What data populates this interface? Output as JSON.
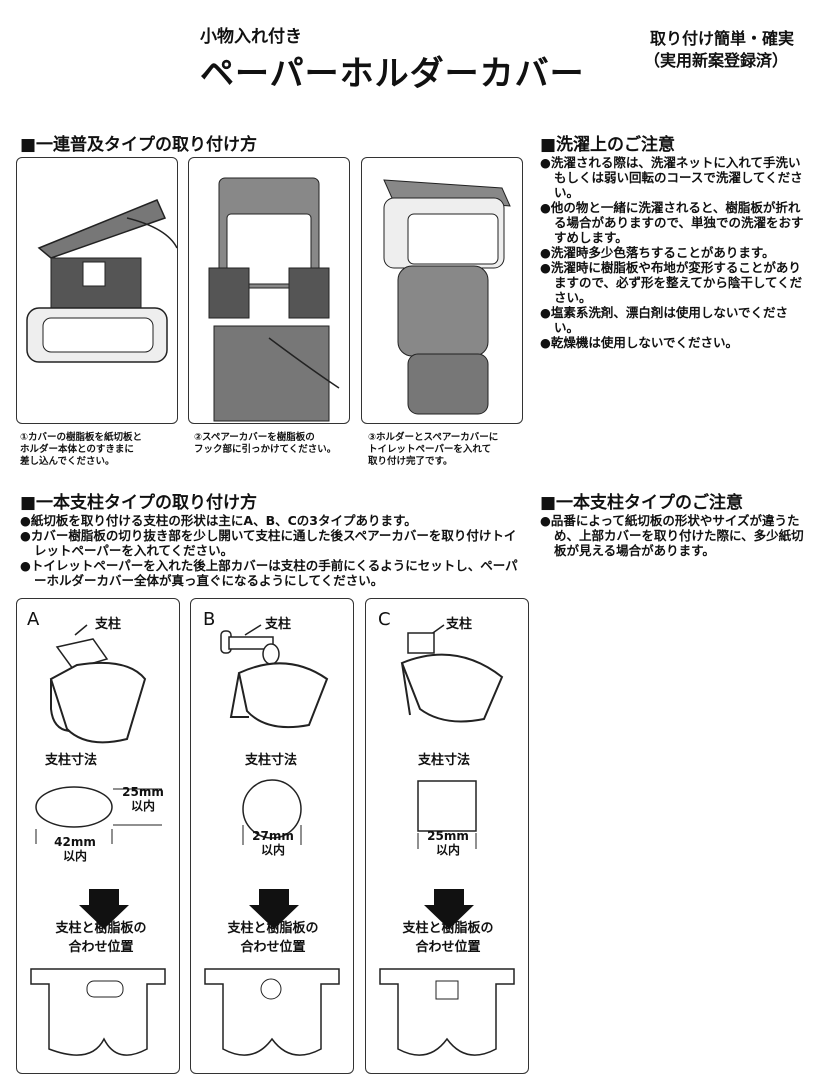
{
  "header": {
    "subtitle": "小物入れ付き",
    "title": "ペーパーホルダーカバー",
    "feature_line1": "取り付け簡単・確実",
    "feature_line2": "（実用新案登録済）"
  },
  "section_standard": {
    "heading": "■一連普及タイプの取り付け方",
    "captions": [
      "①カバーの樹脂板を紙切板と\nホルダー本体とのすきまに\n差し込んでください。",
      "②スペアーカバーを樹脂板の\nフック部に引っかけてください。",
      "③ホルダーとスペアーカバーに\nトイレットペーパーを入れて\n取り付け完了です。"
    ]
  },
  "section_washing": {
    "heading": "■洗濯上のご注意",
    "items": [
      "●洗濯される際は、洗濯ネットに入れて手洗いもしくは弱い回転のコースで洗濯してください。",
      "●他の物と一緒に洗濯されると、樹脂板が折れる場合がありますので、単独での洗濯をおすすめします。",
      "●洗濯時多少色落ちすることがあります。",
      "●洗濯時に樹脂板や布地が変形することがありますので、必ず形を整えてから陰干してください。",
      "●塩素系洗剤、漂白剤は使用しないでください。",
      "●乾燥機は使用しないでください。"
    ]
  },
  "section_single": {
    "heading": "■一本支柱タイプの取り付け方",
    "items": [
      "●紙切板を取り付ける支柱の形状は主にA、B、Cの3タイプあります。",
      "●カバー樹脂板の切り抜き部を少し開いて支柱に通した後スペアーカバーを取り付けトイレットペーパーを入れてください。",
      "●トイレットペーパーを入れた後上部カバーは支柱の手前にくるようにセットし、ペーパーホルダーカバー全体が真っ直ぐになるようにしてください。"
    ]
  },
  "section_single_notes": {
    "heading": "■一本支柱タイプのご注意",
    "items": [
      "●品番によって紙切板の形状やサイズが違うため、上部カバーを取り付けた際に、多少紙切板が見える場合があります。"
    ]
  },
  "types": [
    {
      "letter": "A",
      "pillar": "支柱",
      "dim_title": "支柱寸法",
      "dim1": "25mm\n以内",
      "dim2": "42mm\n以内",
      "align": "支柱と樹脂板の\n合わせ位置"
    },
    {
      "letter": "B",
      "pillar": "支柱",
      "dim_title": "支柱寸法",
      "dim1": "",
      "dim2": "27mm\n以内",
      "align": "支柱と樹脂板の\n合わせ位置"
    },
    {
      "letter": "C",
      "pillar": "支柱",
      "dim_title": "支柱寸法",
      "dim1": "",
      "dim2": "25mm\n以内",
      "align": "支柱と樹脂板の\n合わせ位置"
    }
  ]
}
